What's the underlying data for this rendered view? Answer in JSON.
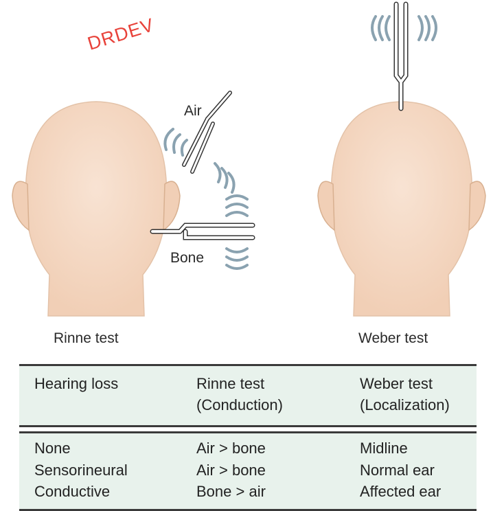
{
  "watermark": "DRDEV",
  "labels": {
    "air": "Air",
    "bone": "Bone",
    "rinne_caption": "Rinne test",
    "weber_caption": "Weber test"
  },
  "table": {
    "headers": [
      {
        "line1": "Hearing loss",
        "line2": ""
      },
      {
        "line1": "Rinne test",
        "line2": "(Conduction)"
      },
      {
        "line1": "Weber test",
        "line2": "(Localization)"
      }
    ],
    "rows": [
      [
        "None",
        "Air > bone",
        "Midline"
      ],
      [
        "Sensorineural",
        "Air > bone",
        "Normal ear"
      ],
      [
        "Conductive",
        "Bone > air",
        "Affected ear"
      ]
    ]
  },
  "colors": {
    "skin": "#f6dcc8",
    "table_bg": "#e8f2ec",
    "wave": "#7f98a6",
    "watermark": "#e8423a"
  }
}
